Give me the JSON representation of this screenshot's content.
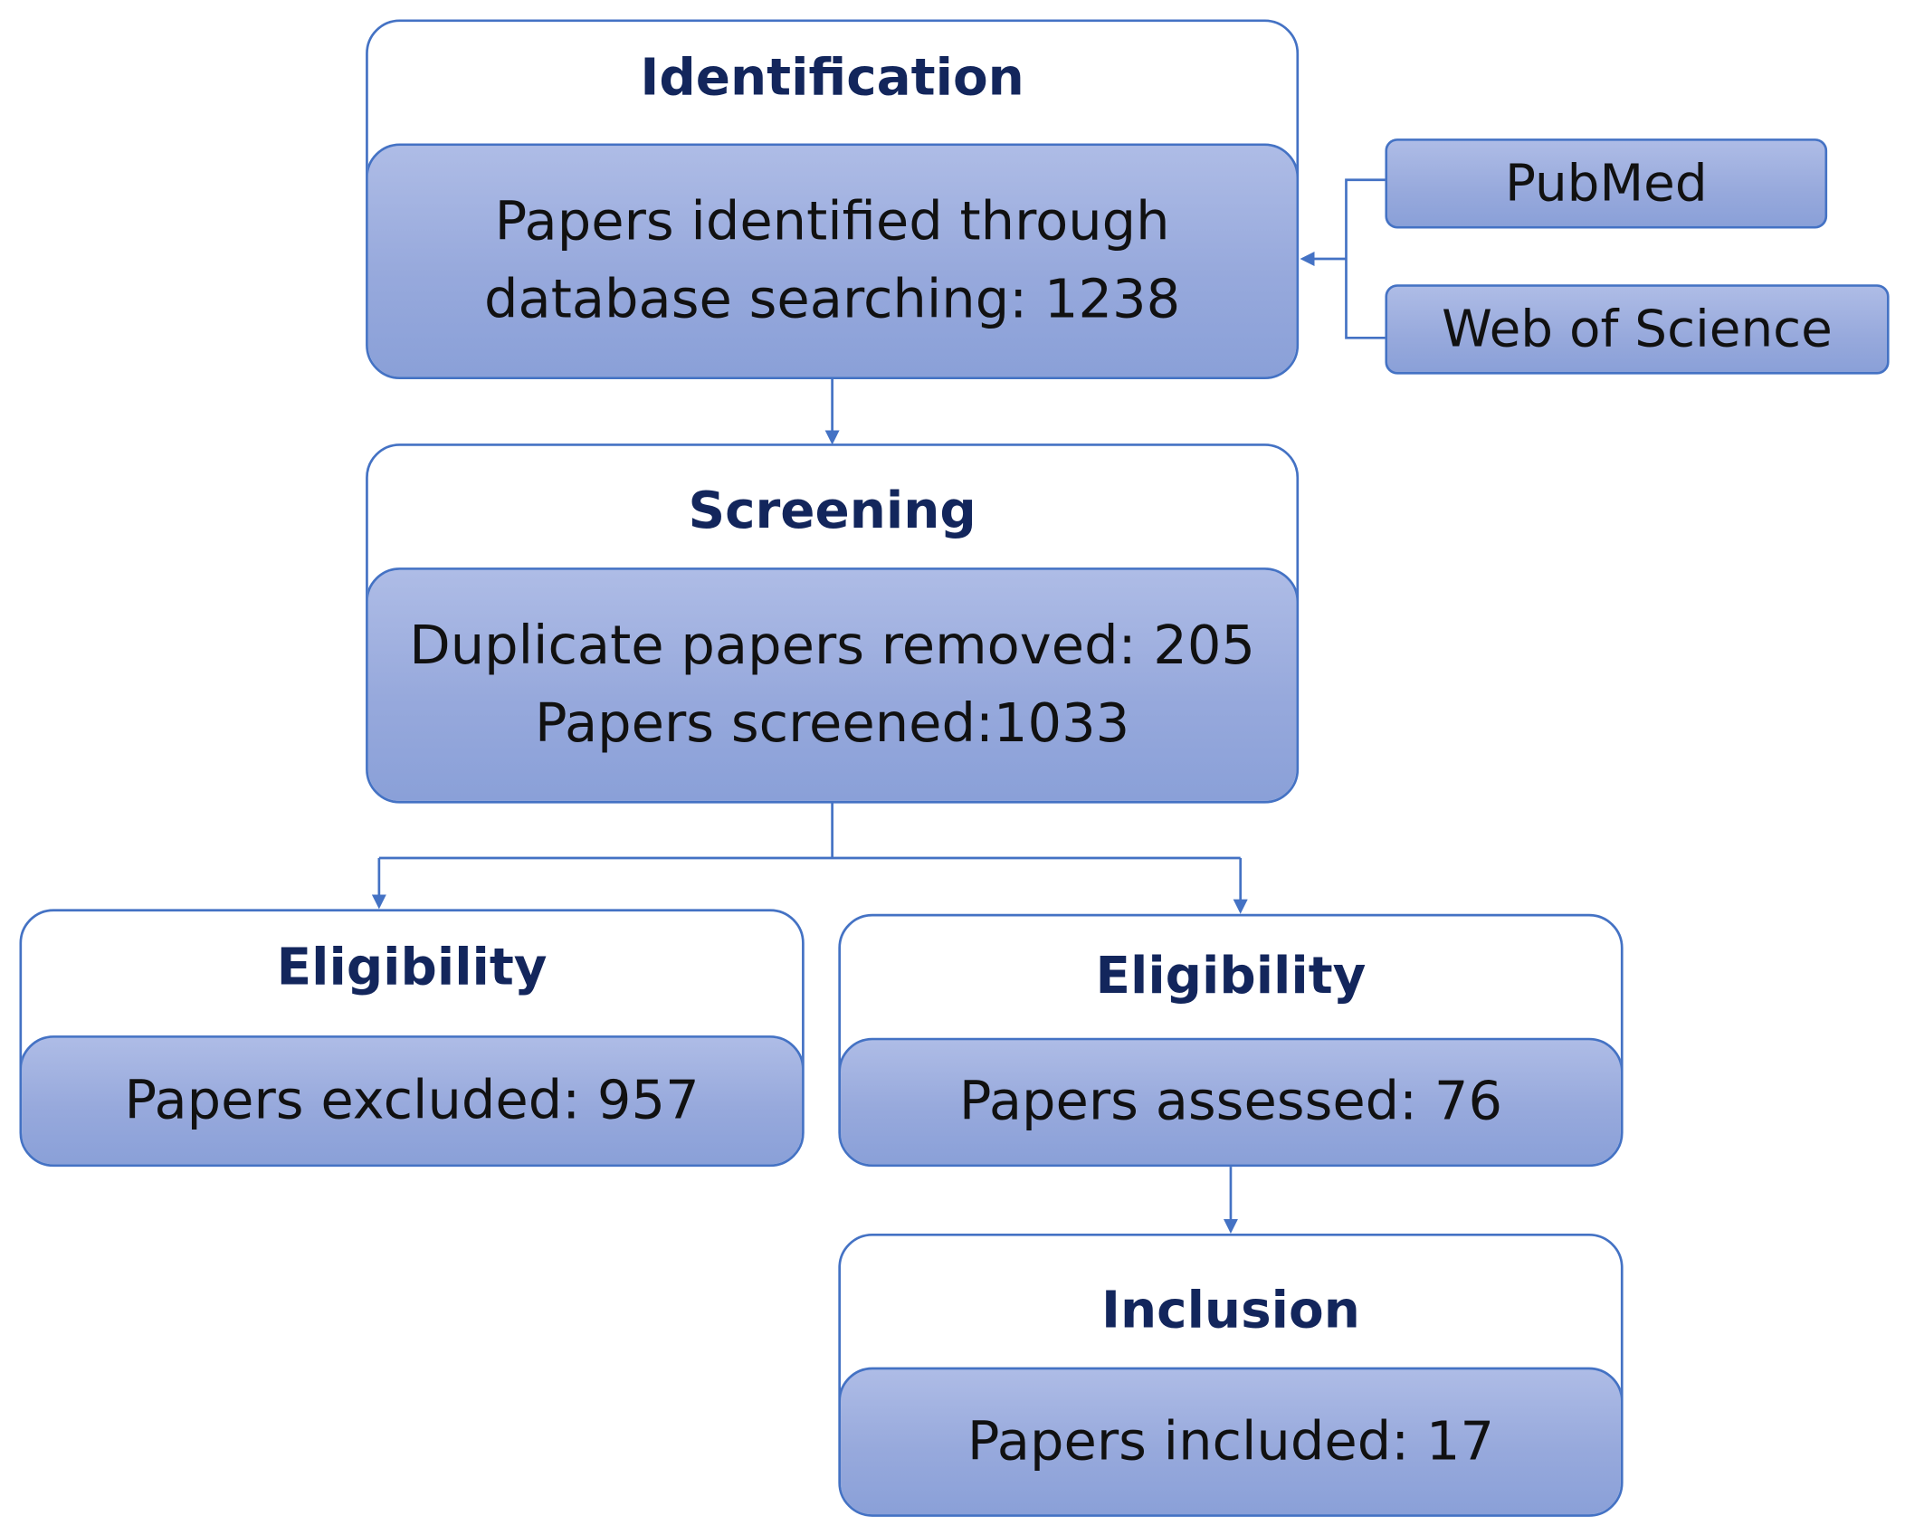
{
  "identification": {
    "title": "Identification",
    "line1": "Papers identified through",
    "line2": "database searching: 1238"
  },
  "sources": {
    "pubmed": "PubMed",
    "wos": "Web of Science"
  },
  "screening": {
    "title": "Screening",
    "line1": "Duplicate papers removed: 205",
    "line2": "Papers screened:1033"
  },
  "eligibility_excluded": {
    "title": "Eligibility",
    "text": "Papers excluded: 957"
  },
  "eligibility_assessed": {
    "title": "Eligibility",
    "text": "Papers assessed: 76"
  },
  "inclusion": {
    "title": "Inclusion",
    "text": "Papers included: 17"
  },
  "colors": {
    "border": "#4472c4",
    "title_text": "#13265c",
    "fill_top": "#aebce6",
    "fill_bottom": "#8aa0d8"
  }
}
